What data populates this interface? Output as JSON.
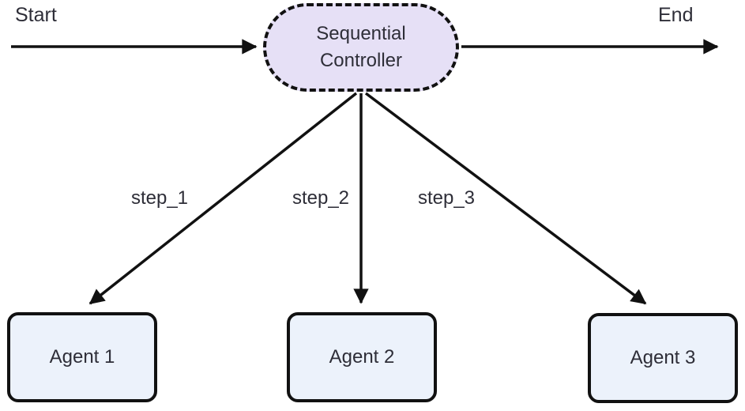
{
  "diagram": {
    "type": "flowchart",
    "start_label": "Start",
    "end_label": "End",
    "controller": {
      "label_line1": "Sequential",
      "label_line2": "Controller",
      "shape": "stadium",
      "border_style": "dashed"
    },
    "edges": [
      {
        "from": "Start",
        "to": "Sequential Controller",
        "label": ""
      },
      {
        "from": "Sequential Controller",
        "to": "End",
        "label": ""
      },
      {
        "from": "Sequential Controller",
        "to": "Agent 1",
        "label": "step_1"
      },
      {
        "from": "Sequential Controller",
        "to": "Agent 2",
        "label": "step_2"
      },
      {
        "from": "Sequential Controller",
        "to": "Agent 3",
        "label": "step_3"
      }
    ],
    "agents": [
      {
        "label": "Agent 1"
      },
      {
        "label": "Agent 2"
      },
      {
        "label": "Agent 3"
      }
    ],
    "colors": {
      "controller_fill": "#e6e0f6",
      "agent_fill": "#ecf2fb",
      "stroke": "#111111",
      "text": "#2e2e38",
      "background": "#ffffff"
    }
  }
}
